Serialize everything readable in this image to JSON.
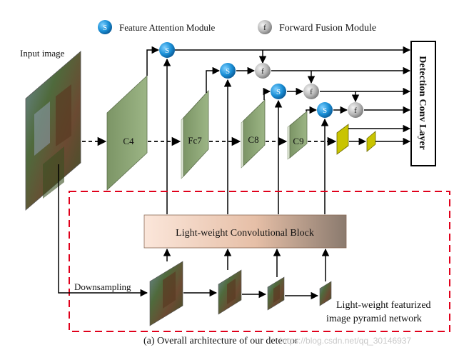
{
  "legend": {
    "s_label": "Feature Attention Module",
    "s_symbol": "S",
    "f_label": "Forward Fusion Module",
    "f_symbol": "f"
  },
  "labels": {
    "input_image": "Input image",
    "downsampling": "Downsampling",
    "conv_block": "Light-weight Convolutional Block",
    "detection_layer": "Detection Conv Layer",
    "pyramid_line1": "Light-weight featurized",
    "pyramid_line2": "image pyramid network",
    "caption": "(a) Overall architecture of our detector",
    "watermark": "https://blog.csdn.net/qq_30146937"
  },
  "feature_maps": [
    {
      "label": "C4"
    },
    {
      "label": "Fc7"
    },
    {
      "label": "C8"
    },
    {
      "label": "C9"
    }
  ],
  "colors": {
    "s_module": "#1a8fd6",
    "f_module": "#b8b8b8",
    "feature_map": "#8fa874",
    "small_map": "#c9c400",
    "dashed_box": "#e0001b",
    "block_left": "#f9e0d4",
    "block_right": "#8a7a6e"
  }
}
